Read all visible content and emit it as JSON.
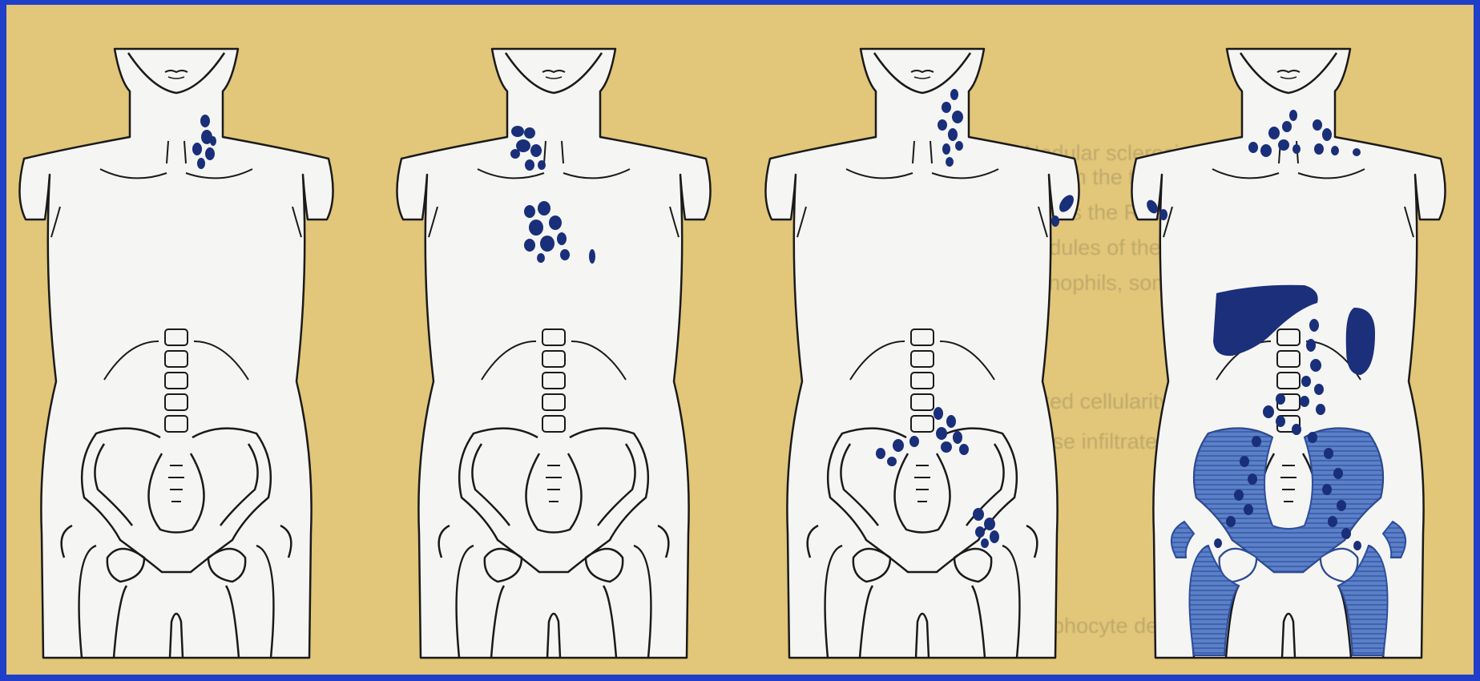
{
  "colors": {
    "page_border": "#1f3fc9",
    "paper": "#e2c679",
    "silhouette": "#f5f5f4",
    "outline": "#1a1a1a",
    "node": "#1a2f7a",
    "organ": "#1b2f7a",
    "bone_fill": "#5b80c8",
    "bone_stripe": "#3f63ad"
  },
  "background_text": {
    "lines": [
      "Collagen bands extend from the thickened capsule; nodules of",
      "tissue. A characteristic cell is the Reed - Sternberg cell",
      "found. The cells in the nodules of the lacunar type predominate",
      "cellular surrounding: eosinophils, some plasma cells",
      "Mixed cellularity",
      "diffuse infiltrate, nodules; fibrosis",
      "Lymphocyte depletion pattern",
      "Nodular sclerosis"
    ]
  },
  "figures": [
    {
      "name": "figure-1",
      "icon": "torso-cervical-nodes-icon"
    },
    {
      "name": "figure-2",
      "icon": "torso-cervical-mediastinal-nodes-icon"
    },
    {
      "name": "figure-3",
      "icon": "torso-cervical-axillary-paraaortic-iliac-nodes-icon"
    },
    {
      "name": "figure-4",
      "icon": "torso-disseminated-liver-spleen-bone-icon"
    }
  ]
}
